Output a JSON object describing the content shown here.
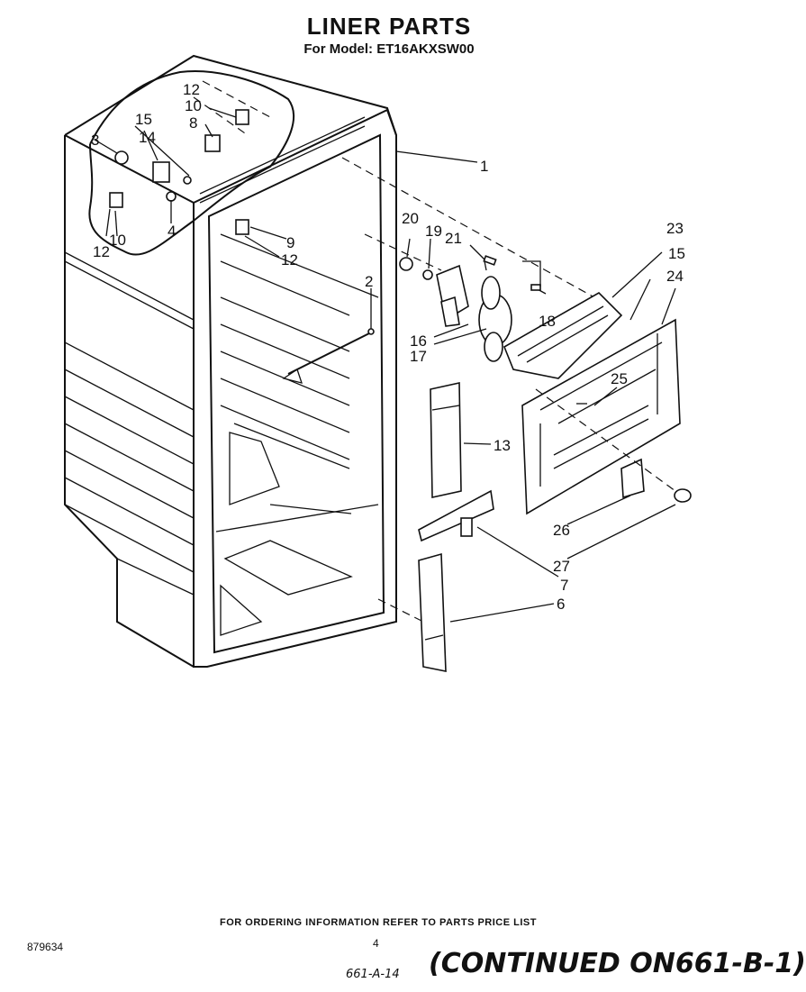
{
  "header": {
    "title": "LINER PARTS",
    "subtitle": "For Model: ET16AKXSW00"
  },
  "diagram": {
    "callouts": [
      "1",
      "2",
      "3",
      "4",
      "6",
      "7",
      "8",
      "9",
      "10",
      "10",
      "12",
      "12",
      "12",
      "13",
      "14",
      "15",
      "15",
      "16",
      "17",
      "18",
      "19",
      "20",
      "21",
      "23",
      "24",
      "25",
      "26",
      "27"
    ]
  },
  "footer": {
    "ordering_info": "FOR ORDERING INFORMATION REFER TO PARTS PRICE LIST",
    "doc_number": "879634",
    "page_number": "4",
    "handwritten_ref": "661-A-14",
    "continued_note": "(CONTINUED ON661-B-1)"
  }
}
